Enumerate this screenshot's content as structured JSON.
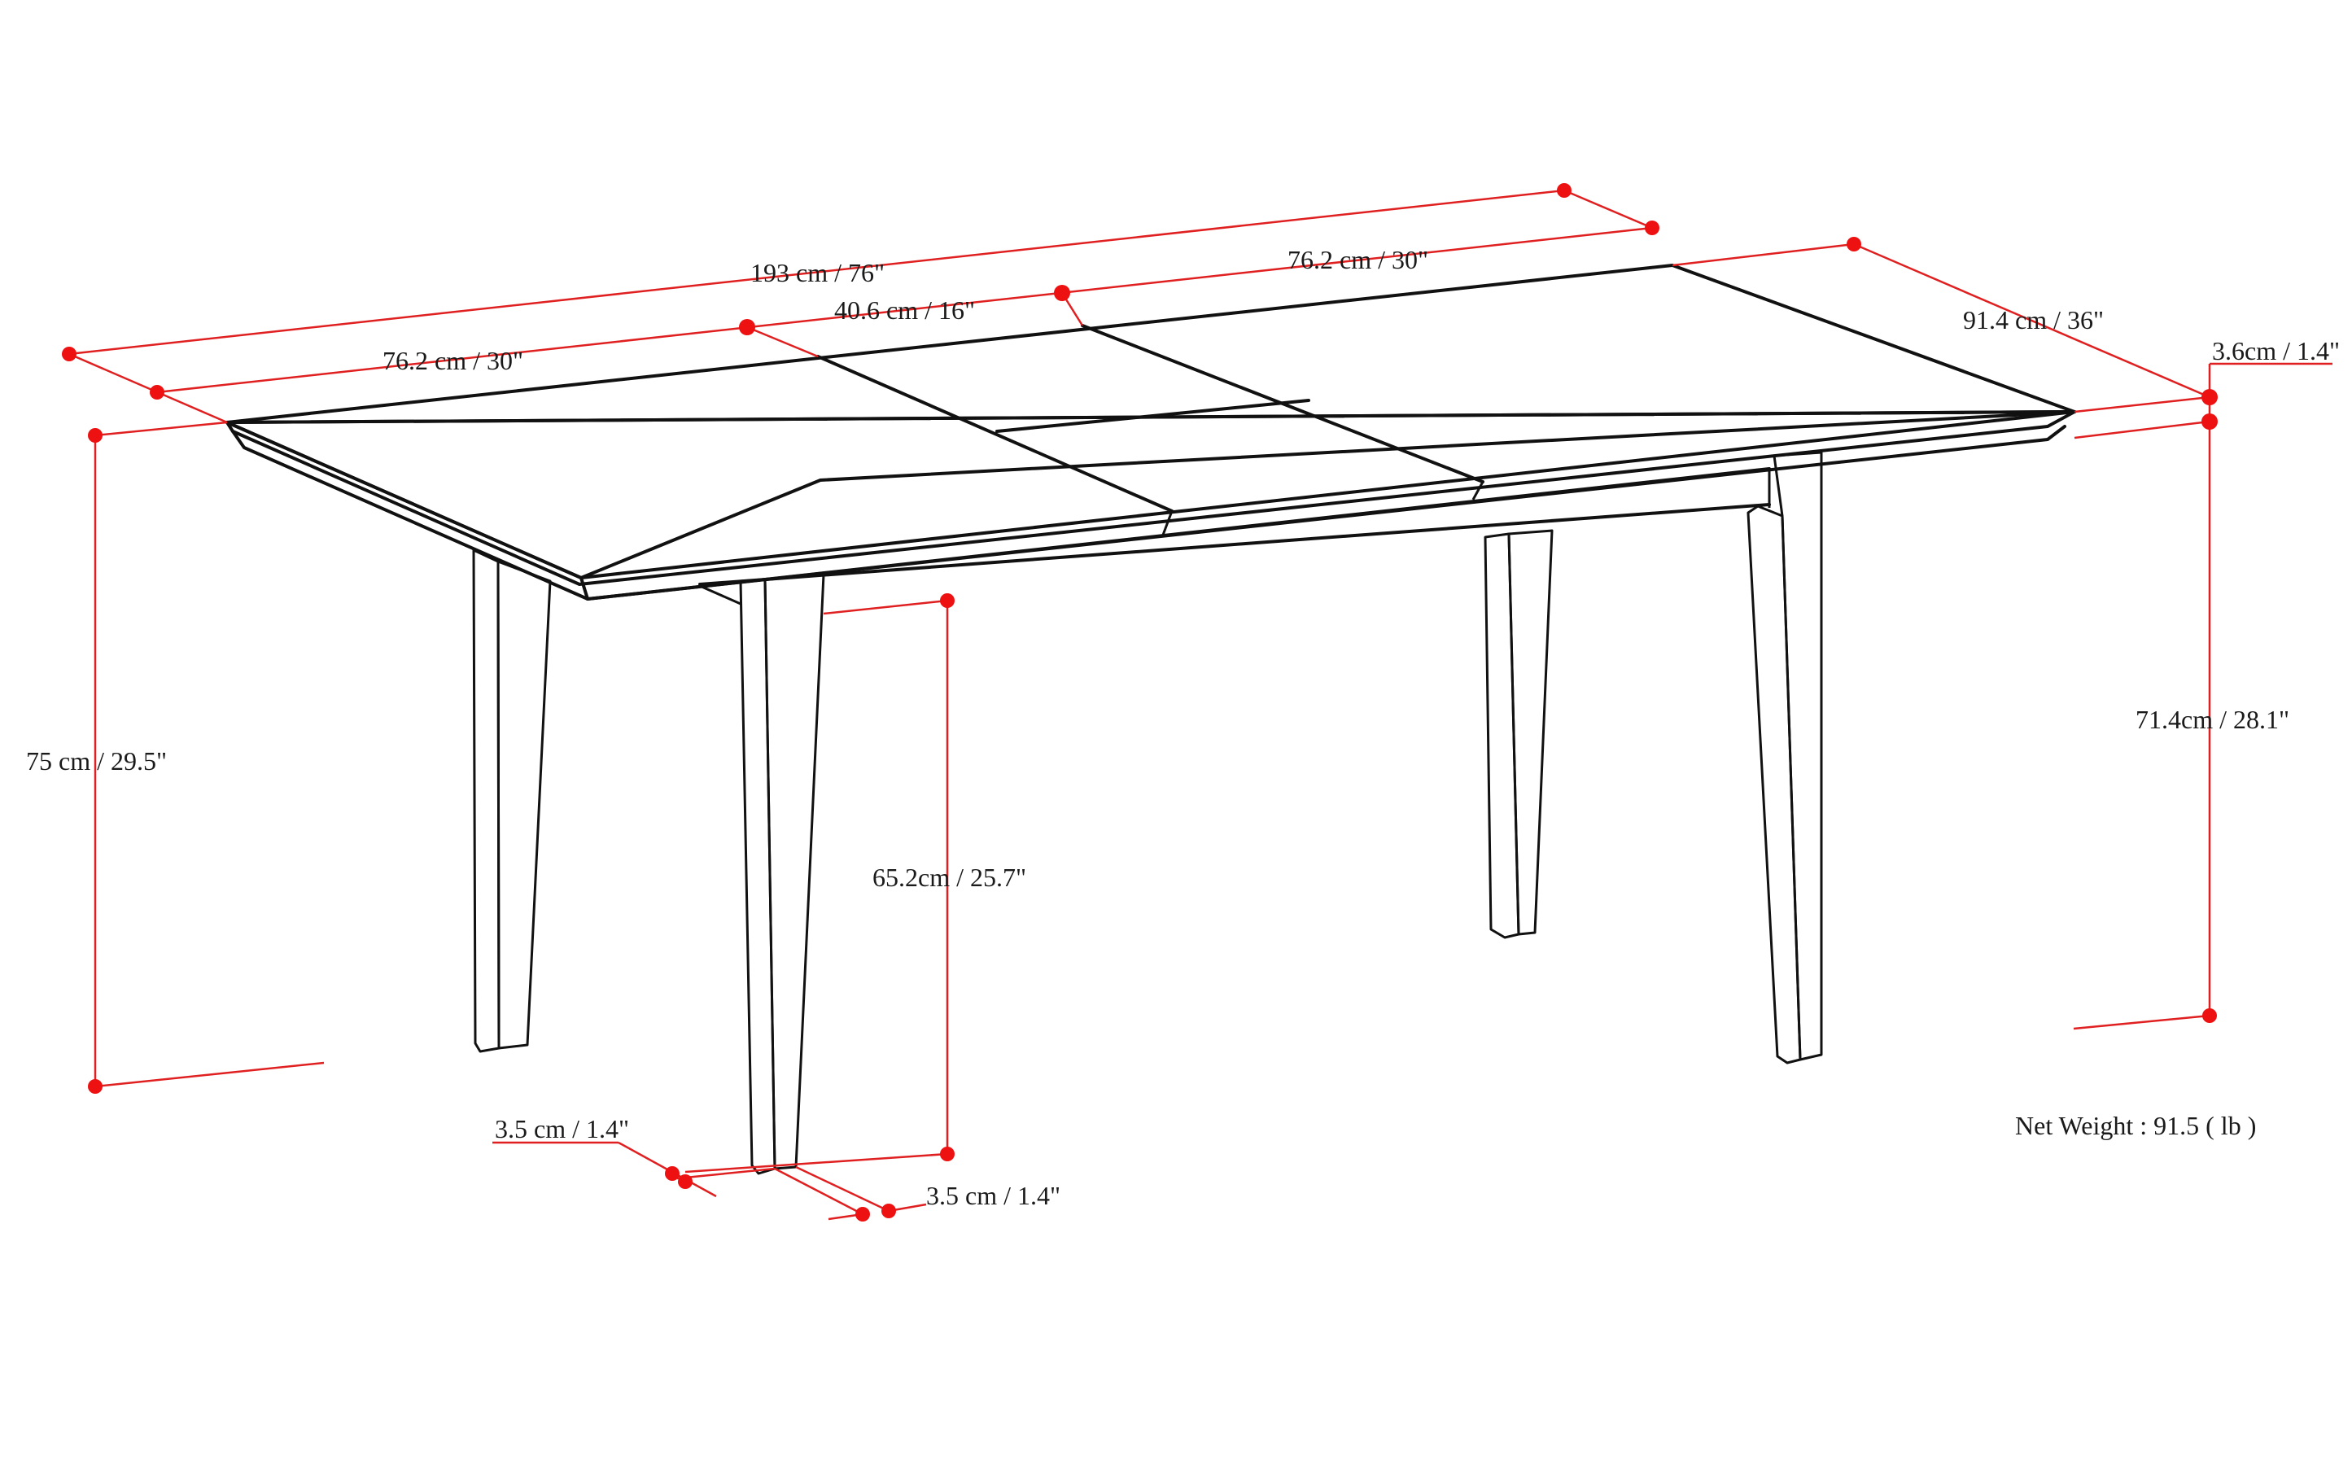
{
  "diagram": {
    "subject": "Extendable dining table dimension drawing",
    "colors": {
      "line": "#111111",
      "dimension": "#e02020",
      "marker": "#ee1111",
      "text": "#1a1a1a",
      "background": "#ffffff"
    },
    "dimensions": {
      "overall_length": "193 cm / 76\"",
      "left_leaf_length": "76.2 cm / 30\"",
      "center_leaf_length": "40.6 cm / 16\"",
      "right_leaf_length": "76.2 cm / 30\"",
      "depth": "91.4 cm / 36\"",
      "top_thickness": "3.6cm / 1.4\"",
      "overall_height": "75 cm / 29.5\"",
      "clearance_under_apron": "65.2cm / 25.7\"",
      "height_to_top_underside": "71.4cm / 28.1\"",
      "leg_width": "3.5 cm / 1.4\"",
      "leg_depth": "3.5 cm / 1.4\""
    },
    "net_weight": "Net Weight : 91.5 ( lb )"
  }
}
